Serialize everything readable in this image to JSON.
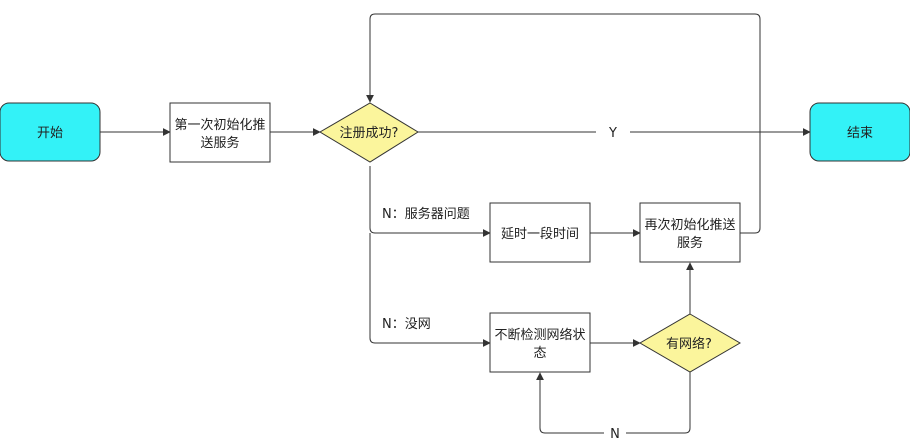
{
  "diagram": {
    "colors": {
      "terminal_fill": "#33f2f7",
      "decision_fill": "#fbf59c",
      "process_fill": "#ffffff",
      "stroke": "#333333"
    },
    "nodes": {
      "start": {
        "label": "开始"
      },
      "init": {
        "label_line1": "第一次初始化推",
        "label_line2": "送服务"
      },
      "register_ok": {
        "label": "注册成功?"
      },
      "end": {
        "label": "结束"
      },
      "delay": {
        "label": "延时一段时间"
      },
      "reinit": {
        "label_line1": "再次初始化推送",
        "label_line2": "服务"
      },
      "detect": {
        "label_line1": "不断检测网络状",
        "label_line2": "态"
      },
      "has_network": {
        "label": "有网络?"
      }
    },
    "edges": {
      "yes": "Y",
      "server_issue": "N：服务器问题",
      "no_network": "N：没网",
      "loop_no": "N"
    }
  }
}
